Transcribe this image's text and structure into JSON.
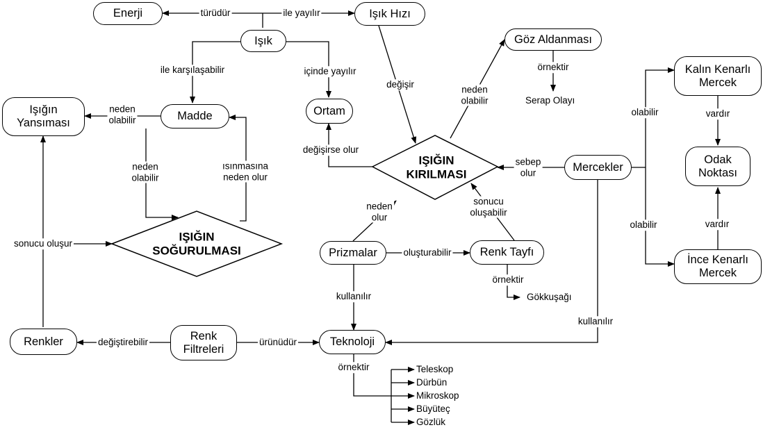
{
  "nodes": {
    "enerji": "Enerji",
    "isik_hizi": "Işık Hızı",
    "isik": "Işık",
    "goz_aldanmasi": "Göz Aldanması",
    "madde": "Madde",
    "ortam": "Ortam",
    "isigin_yansimasi": "Işığın\nYansıması",
    "isigin_kirilmasi": "IŞIĞIN\nKIRILMASI",
    "isigin_sogurulmasi": "IŞIĞIN\nSOĞURULMASI",
    "mercekler": "Mercekler",
    "kalin_kenarli_mercek": "Kalın Kenarlı\nMercek",
    "odak_noktasi": "Odak\nNoktası",
    "ince_kenarli_mercek": "İnce Kenarlı\nMercek",
    "prizmalar": "Prizmalar",
    "renk_tayfi": "Renk Tayfı",
    "renk_filtreleri": "Renk\nFiltreleri",
    "renkler": "Renkler",
    "teknoloji": "Teknoloji",
    "serap_olayi": "Serap Olayı",
    "gokkusagi": "Gökkuşağı",
    "teleskop": "Teleskop",
    "durbun": "Dürbün",
    "mikroskop": "Mikroskop",
    "buyutec": "Büyüteç",
    "gozluk": "Gözlük"
  },
  "links": {
    "turudur": "türüdür",
    "ile_yayilir": "ile yayılır",
    "ile_karsilasabilir": "ile karşılaşabilir",
    "icinde_yayilir": "içinde yayılır",
    "degisir": "değişir",
    "neden_olabilir_goz": "neden\nolabilir",
    "ornektir_serap": "örnektir",
    "neden_olabilir_yansima": "neden\nolabilir",
    "neden_olabilir_sogurma": "neden\nolabilir",
    "isinmasina_neden_olur": "ısınmasına\nneden olur",
    "degisirse_olur": "değişirse olur",
    "sebep_olur": "sebep\nolur",
    "olabilir_kalin": "olabilir",
    "olabilir_ince": "olabilir",
    "vardir_kalin": "vardır",
    "vardir_ince": "vardır",
    "sonucu_olusur": "sonucu oluşur",
    "neden_olur_prizma": "neden\nolur",
    "sonucu_olusabilir": "sonucu\noluşabilir",
    "olusturabilir": "oluşturabilir",
    "ornektir_gokkusagi": "örnektir",
    "kullanilir_prizma": "kullanılır",
    "kullanilir_mercek": "kullanılır",
    "degistirebilir": "değiştirebilir",
    "urunudur": "ürünüdür",
    "ornektir_teknoloji": "örnektir"
  }
}
